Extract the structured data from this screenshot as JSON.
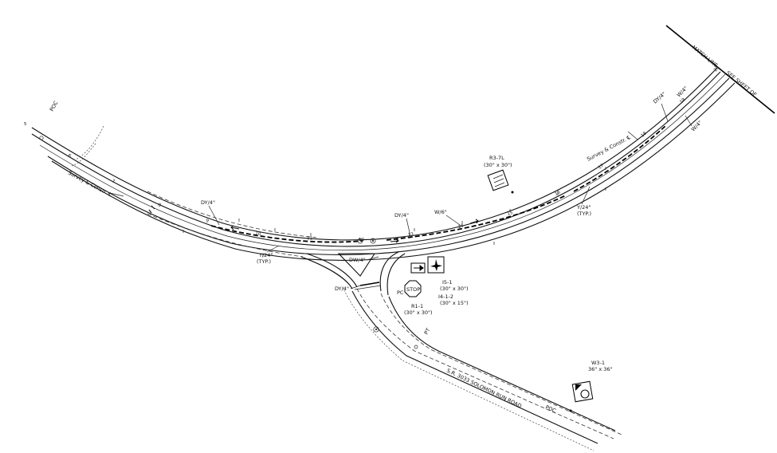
{
  "labels": {
    "match_line": "MATCH LINE",
    "see_sheet": "SEE SHEET OF",
    "survey_left": "Survey & Constr. ℄",
    "survey_right": "Survey & Constr. ℄",
    "dy4_left": "DY/4\"",
    "y24_left": "Y/24\"",
    "typ_left": "(TYP.)",
    "dw4": "DW/4\"",
    "dy4_bottom": "DY/4\"",
    "dy4_mid": "DY/4\"",
    "w6": "W/6\"",
    "dy4_right": "DY/4\"",
    "w4_right_top": "W/4\"",
    "w4_right_bottom": "W/4\"",
    "y24_right": "Y/24\"",
    "typ_right": "(TYP.)",
    "pc": "PC",
    "poc": "POC",
    "pt": "PT",
    "r3_7l": "R3-7L",
    "r3_7l_size": "(30\" x 30\")",
    "r1_1": "R1-1",
    "r1_1_size": "(30\" x 30\")",
    "i5_1": "I5-1",
    "i5_1_size": "(30\" x 30\")",
    "i4_1_2": "I4-1-2",
    "i4_1_2_size": "(30\" x 15\")",
    "w3_1": "W3-1",
    "w3_1_size": "36\" x 36\"",
    "stop": "STOP",
    "road_name": "S.R. 3033 SOLOMON RUN ROAD",
    "poc_bottom": "POC"
  },
  "stations": [
    "5",
    "6",
    "7",
    "8",
    "9",
    "10",
    "11",
    "12",
    "13",
    "14",
    "15",
    "16",
    "17",
    "18",
    "19",
    "20"
  ],
  "icons": {
    "arrow_sign": "right-arrow-icon",
    "airport_sign": "airplane-icon",
    "signal_ahead_sign": "signal-ahead-icon"
  },
  "colors": {
    "ink": "#111111",
    "paper": "#ffffff"
  }
}
